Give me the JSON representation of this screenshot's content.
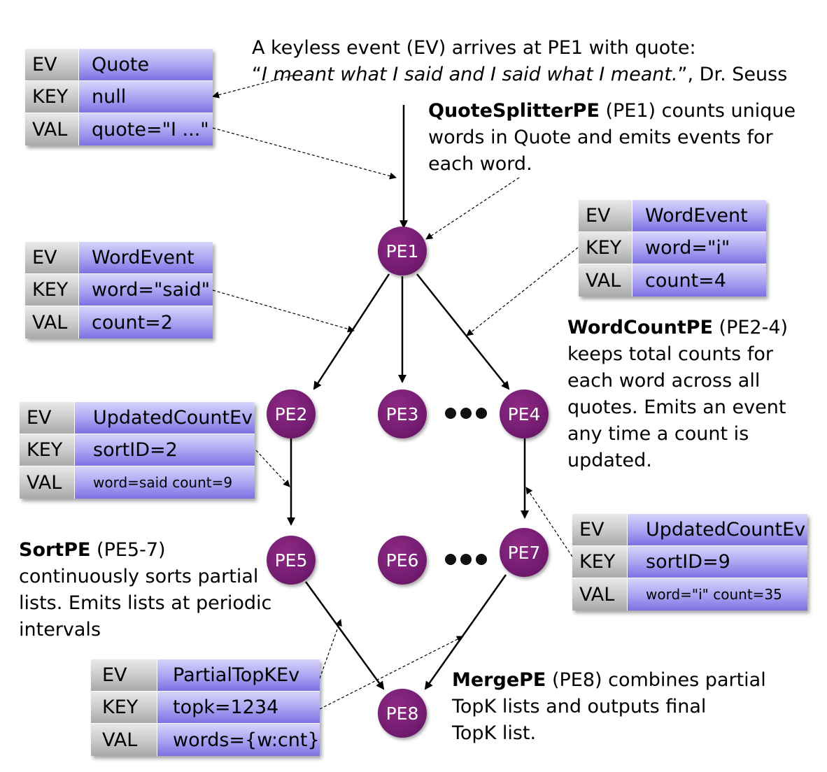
{
  "events": [
    {
      "id": "quote",
      "rows": [
        {
          "key": "EV",
          "value": "Quote"
        },
        {
          "key": "KEY",
          "value": "null"
        },
        {
          "key": "VAL",
          "value": "quote=\"I ...\""
        }
      ]
    },
    {
      "id": "word-i",
      "rows": [
        {
          "key": "EV",
          "value": "WordEvent"
        },
        {
          "key": "KEY",
          "value": "word=\"i\""
        },
        {
          "key": "VAL",
          "value": "count=4"
        }
      ]
    },
    {
      "id": "word-said",
      "rows": [
        {
          "key": "EV",
          "value": "WordEvent"
        },
        {
          "key": "KEY",
          "value": "word=\"said\""
        },
        {
          "key": "VAL",
          "value": "count=2"
        }
      ]
    },
    {
      "id": "updated-said",
      "rows": [
        {
          "key": "EV",
          "value": "UpdatedCountEv"
        },
        {
          "key": "KEY",
          "value": "sortID=2"
        },
        {
          "key": "VAL",
          "value": "word=said count=9"
        }
      ]
    },
    {
      "id": "updated-i",
      "rows": [
        {
          "key": "EV",
          "value": "UpdatedCountEv"
        },
        {
          "key": "KEY",
          "value": "sortID=9"
        },
        {
          "key": "VAL",
          "value": "word=\"i\" count=35"
        }
      ]
    },
    {
      "id": "partial-topk",
      "rows": [
        {
          "key": "EV",
          "value": "PartialTopKEv"
        },
        {
          "key": "KEY",
          "value": "topk=1234"
        },
        {
          "key": "VAL",
          "value": "words={w:cnt}"
        }
      ]
    }
  ],
  "nodes": [
    {
      "id": "pe1",
      "label": "PE1"
    },
    {
      "id": "pe2",
      "label": "PE2"
    },
    {
      "id": "pe3",
      "label": "PE3"
    },
    {
      "id": "pe4",
      "label": "PE4"
    },
    {
      "id": "pe5",
      "label": "PE5"
    },
    {
      "id": "pe6",
      "label": "PE6"
    },
    {
      "id": "pe7",
      "label": "PE7"
    },
    {
      "id": "pe8",
      "label": "PE8"
    }
  ],
  "edges": [
    {
      "from": "input",
      "to": "PE1"
    },
    {
      "from": "PE1",
      "to": "PE2"
    },
    {
      "from": "PE1",
      "to": "PE3"
    },
    {
      "from": "PE1",
      "to": "PE4"
    },
    {
      "from": "PE2",
      "to": "PE5"
    },
    {
      "from": "PE4",
      "to": "PE7"
    },
    {
      "from": "PE5",
      "to": "PE8"
    },
    {
      "from": "PE7",
      "to": "PE8"
    }
  ],
  "intro": {
    "line1": "A keyless event (EV) arrives at PE1 with quote:",
    "open_quote": "“",
    "quote_text": "I meant what I said and I said what I meant.",
    "close_quote": "”, Dr. Seuss"
  },
  "descriptions": {
    "quote_splitter": {
      "name": "QuoteSplitterPE",
      "line1_rest": " (PE1) counts unique",
      "line2": "words in Quote and emits events for",
      "line3": "each word."
    },
    "word_count": {
      "name": "WordCountPE",
      "line1_rest": " (PE2-4)",
      "line2": "keeps total counts for",
      "line3": "each word across all",
      "line4": "quotes. Emits an event",
      "line5": "any time a count is",
      "line6": "updated."
    },
    "sort": {
      "name": "SortPE",
      "line1_rest": " (PE5-7)",
      "line2": "continuously sorts partial",
      "line3": "lists. Emits lists at periodic",
      "line4": "intervals"
    },
    "merge": {
      "name": "MergePE",
      "line1_rest": " (PE8) combines partial",
      "line2": "TopK lists and outputs final",
      "line3": "TopK list."
    }
  }
}
